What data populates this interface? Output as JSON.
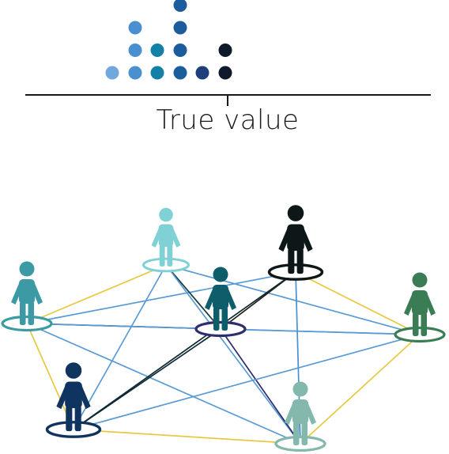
{
  "axis": {
    "label": "True value"
  },
  "estimates": {
    "columns": [
      {
        "count": 1,
        "colors": [
          "#6fa8dc"
        ]
      },
      {
        "count": 3,
        "colors": [
          "#4a8fd0",
          "#4a8fd0",
          "#4a8fd0"
        ]
      },
      {
        "count": 2,
        "colors": [
          "#1380a8",
          "#1380a8"
        ]
      },
      {
        "count": 4,
        "colors": [
          "#1c5c9c",
          "#1c5c9c",
          "#1c5c9c",
          "#1c5c9c"
        ]
      },
      {
        "count": 1,
        "colors": [
          "#1e3f7a"
        ]
      },
      {
        "count": 2,
        "colors": [
          "#111a2c",
          "#111a2c"
        ]
      }
    ]
  },
  "network": {
    "people": [
      {
        "id": "p1",
        "color": "#3b9aa4",
        "ring": "#3b9aa4"
      },
      {
        "id": "p2",
        "color": "#7fd1d6",
        "ring": "#7fd1d6"
      },
      {
        "id": "p3",
        "color": "#0d5d6b",
        "ring": "#2d2d6b"
      },
      {
        "id": "p4",
        "color": "#0d1717",
        "ring": "#0d1717"
      },
      {
        "id": "p5",
        "color": "#3a7d55",
        "ring": "#3a7d55"
      },
      {
        "id": "p6",
        "color": "#0f345f",
        "ring": "#0f345f"
      },
      {
        "id": "p7",
        "color": "#84b8ac",
        "ring": "#84b8ac"
      }
    ],
    "links": [
      {
        "a": "p1",
        "b": "p2",
        "color": "#e8c840"
      },
      {
        "a": "p2",
        "b": "p3",
        "color": "#e8c840"
      },
      {
        "a": "p3",
        "b": "p4",
        "color": "#e8c840"
      },
      {
        "a": "p4",
        "b": "p5",
        "color": "#e8c840"
      },
      {
        "a": "p5",
        "b": "p7",
        "color": "#e8c840"
      },
      {
        "a": "p7",
        "b": "p6",
        "color": "#e8c840"
      },
      {
        "a": "p6",
        "b": "p1",
        "color": "#e8c840"
      },
      {
        "a": "p1",
        "b": "p3",
        "color": "#222222"
      },
      {
        "a": "p1",
        "b": "p4",
        "color": "#5a9bd5"
      },
      {
        "a": "p1",
        "b": "p5",
        "color": "#5a9bd5"
      },
      {
        "a": "p1",
        "b": "p7",
        "color": "#5a9bd5"
      },
      {
        "a": "p2",
        "b": "p3",
        "color": "#123c4a"
      },
      {
        "a": "p2",
        "b": "p5",
        "color": "#5a9bd5"
      },
      {
        "a": "p2",
        "b": "p6",
        "color": "#5a9bd5"
      },
      {
        "a": "p2",
        "b": "p7",
        "color": "#5a9bd5"
      },
      {
        "a": "p3",
        "b": "p4",
        "color": "#222222"
      },
      {
        "a": "p3",
        "b": "p5",
        "color": "#5a9bd5"
      },
      {
        "a": "p3",
        "b": "p6",
        "color": "#0f2a33"
      },
      {
        "a": "p3",
        "b": "p7",
        "color": "#2d2d6b"
      },
      {
        "a": "p4",
        "b": "p6",
        "color": "#0f2a33"
      },
      {
        "a": "p4",
        "b": "p7",
        "color": "#4a8fd0"
      },
      {
        "a": "p5",
        "b": "p6",
        "color": "#5a9bd5"
      }
    ]
  }
}
